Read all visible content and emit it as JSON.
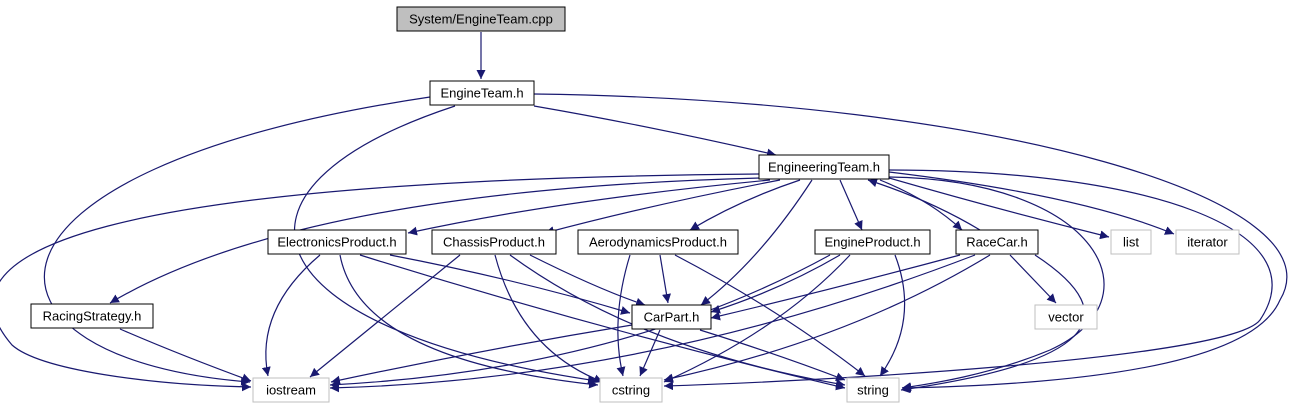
{
  "diagram": {
    "edge_color": "#191970",
    "root_fill": "#bfbfbf",
    "external_border": "#bfbfbf",
    "nodes": [
      {
        "id": "root",
        "label": "System/EngineTeam.cpp",
        "kind": "root"
      },
      {
        "id": "engineteam",
        "label": "EngineTeam.h",
        "kind": "local"
      },
      {
        "id": "engineeringteam",
        "label": "EngineeringTeam.h",
        "kind": "local"
      },
      {
        "id": "electronics",
        "label": "ElectronicsProduct.h",
        "kind": "local"
      },
      {
        "id": "chassis",
        "label": "ChassisProduct.h",
        "kind": "local"
      },
      {
        "id": "aero",
        "label": "AerodynamicsProduct.h",
        "kind": "local"
      },
      {
        "id": "engineprod",
        "label": "EngineProduct.h",
        "kind": "local"
      },
      {
        "id": "racecar",
        "label": "RaceCar.h",
        "kind": "local"
      },
      {
        "id": "list",
        "label": "list",
        "kind": "external"
      },
      {
        "id": "iterator",
        "label": "iterator",
        "kind": "external"
      },
      {
        "id": "racingstrategy",
        "label": "RacingStrategy.h",
        "kind": "local"
      },
      {
        "id": "carpart",
        "label": "CarPart.h",
        "kind": "local"
      },
      {
        "id": "vector",
        "label": "vector",
        "kind": "external"
      },
      {
        "id": "iostream",
        "label": "iostream",
        "kind": "external"
      },
      {
        "id": "cstring",
        "label": "cstring",
        "kind": "external"
      },
      {
        "id": "string",
        "label": "string",
        "kind": "external"
      }
    ],
    "edges": [
      [
        "root",
        "engineteam"
      ],
      [
        "engineteam",
        "engineeringteam"
      ],
      [
        "engineteam",
        "iostream"
      ],
      [
        "engineteam",
        "cstring"
      ],
      [
        "engineteam",
        "string"
      ],
      [
        "engineeringteam",
        "electronics"
      ],
      [
        "engineeringteam",
        "chassis"
      ],
      [
        "engineeringteam",
        "aero"
      ],
      [
        "engineeringteam",
        "engineprod"
      ],
      [
        "engineeringteam",
        "racecar"
      ],
      [
        "engineeringteam",
        "list"
      ],
      [
        "engineeringteam",
        "iterator"
      ],
      [
        "engineeringteam",
        "racingstrategy"
      ],
      [
        "engineeringteam",
        "carpart"
      ],
      [
        "engineeringteam",
        "iostream"
      ],
      [
        "engineeringteam",
        "cstring"
      ],
      [
        "engineeringteam",
        "string"
      ],
      [
        "electronics",
        "carpart"
      ],
      [
        "electronics",
        "iostream"
      ],
      [
        "electronics",
        "cstring"
      ],
      [
        "electronics",
        "string"
      ],
      [
        "chassis",
        "carpart"
      ],
      [
        "chassis",
        "iostream"
      ],
      [
        "chassis",
        "cstring"
      ],
      [
        "chassis",
        "string"
      ],
      [
        "aero",
        "carpart"
      ],
      [
        "aero",
        "cstring"
      ],
      [
        "aero",
        "string"
      ],
      [
        "engineprod",
        "carpart"
      ],
      [
        "engineprod",
        "iostream"
      ],
      [
        "engineprod",
        "cstring"
      ],
      [
        "engineprod",
        "string"
      ],
      [
        "racecar",
        "engineeringteam"
      ],
      [
        "racecar",
        "carpart"
      ],
      [
        "racecar",
        "vector"
      ],
      [
        "racecar",
        "iostream"
      ],
      [
        "racecar",
        "cstring"
      ],
      [
        "racecar",
        "string"
      ],
      [
        "racingstrategy",
        "iostream"
      ],
      [
        "carpart",
        "iostream"
      ],
      [
        "carpart",
        "cstring"
      ],
      [
        "carpart",
        "string"
      ]
    ]
  }
}
